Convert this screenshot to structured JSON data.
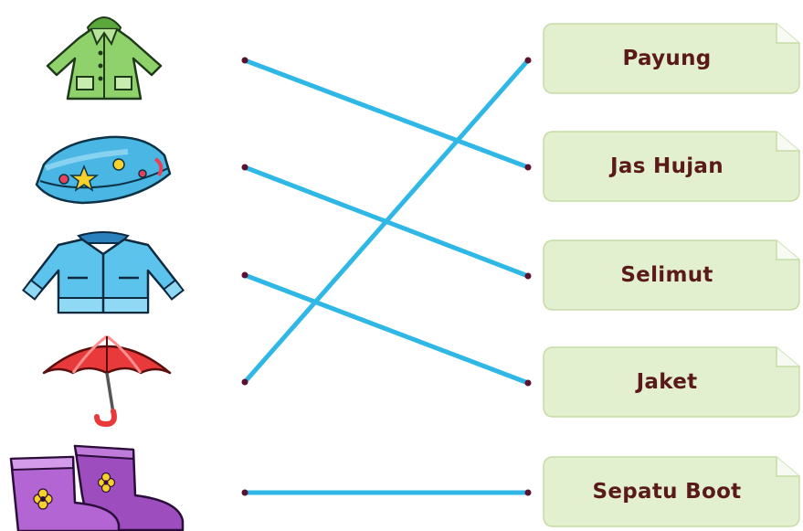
{
  "labels": [
    {
      "text": "Payung"
    },
    {
      "text": "Jas Hujan"
    },
    {
      "text": "Selimut"
    },
    {
      "text": "Jaket"
    },
    {
      "text": "Sepatu Boot"
    }
  ],
  "pictures": [
    {
      "icon": "raincoat-icon"
    },
    {
      "icon": "blanket-icon"
    },
    {
      "icon": "jacket-icon"
    },
    {
      "icon": "umbrella-icon"
    },
    {
      "icon": "rain-boots-icon"
    }
  ],
  "matches": [
    {
      "picture": "raincoat-icon",
      "label": "Jas Hujan"
    },
    {
      "picture": "blanket-icon",
      "label": "Selimut"
    },
    {
      "picture": "jacket-icon",
      "label": "Jaket"
    },
    {
      "picture": "umbrella-icon",
      "label": "Payung"
    },
    {
      "picture": "rain-boots-icon",
      "label": "Sepatu Boot"
    }
  ],
  "colors": {
    "line": "#2fb7e6",
    "dot": "#5a1230",
    "card_fill": "#e3f0cf",
    "card_border": "#c6dca6",
    "label_text": "#5a1a1a"
  }
}
